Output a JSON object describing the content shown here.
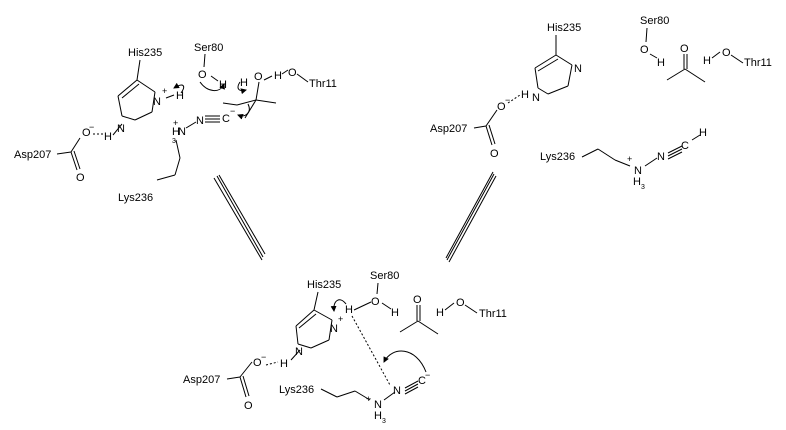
{
  "residues": {
    "his": "His235",
    "ser": "Ser80",
    "thr": "Thr11",
    "asp": "Asp207",
    "lys": "Lys236"
  },
  "atoms": {
    "N": "N",
    "O": "O",
    "H": "H",
    "C": "C",
    "sub3": "3",
    "pos": "+",
    "neg": "−"
  }
}
